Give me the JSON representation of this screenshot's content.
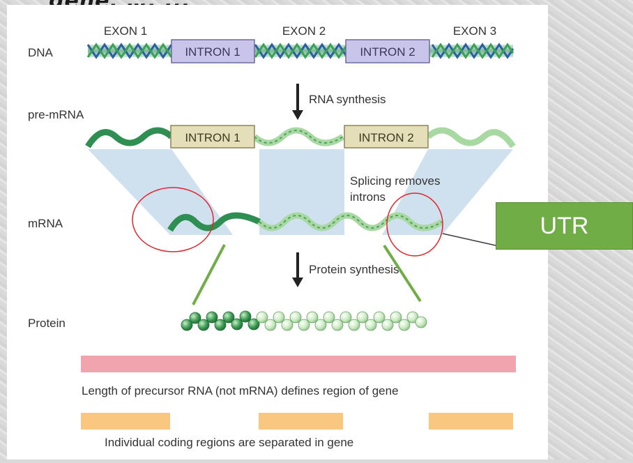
{
  "slide": {
    "partial_title": "gene, …, ..."
  },
  "diagram": {
    "exon_labels": [
      "EXON 1",
      "EXON 2",
      "EXON 3"
    ],
    "row_labels": {
      "dna": "DNA",
      "pre_mrna": "pre-mRNA",
      "mrna": "mRNA",
      "protein": "Protein"
    },
    "dna_introns": [
      "INTRON 1",
      "INTRON 2"
    ],
    "pre_mrna_introns": [
      "INTRON 1",
      "INTRON 2"
    ],
    "steps": {
      "rna_synthesis": "RNA synthesis",
      "splicing_line1": "Splicing removes",
      "splicing_line2": "introns",
      "protein_synthesis": "Protein synthesis"
    },
    "captions": {
      "gene_region": "Length of precursor RNA (not mRNA) defines region of gene",
      "coding_regions": "Individual coding regions are separated in gene"
    }
  },
  "annotation": {
    "utr_label": "UTR"
  },
  "colors": {
    "exon_green": "#2f8f52",
    "light_exon": "#a9d9a2",
    "intron_dna": "#c9c5ea",
    "intron_pre": "#e5dfb9",
    "splice_band": "#c7dcec",
    "gene_bar": "#f1a3ae",
    "coding_bar": "#f9c77f",
    "circle_red": "#e0262b",
    "callout_green": "#70ad47"
  }
}
